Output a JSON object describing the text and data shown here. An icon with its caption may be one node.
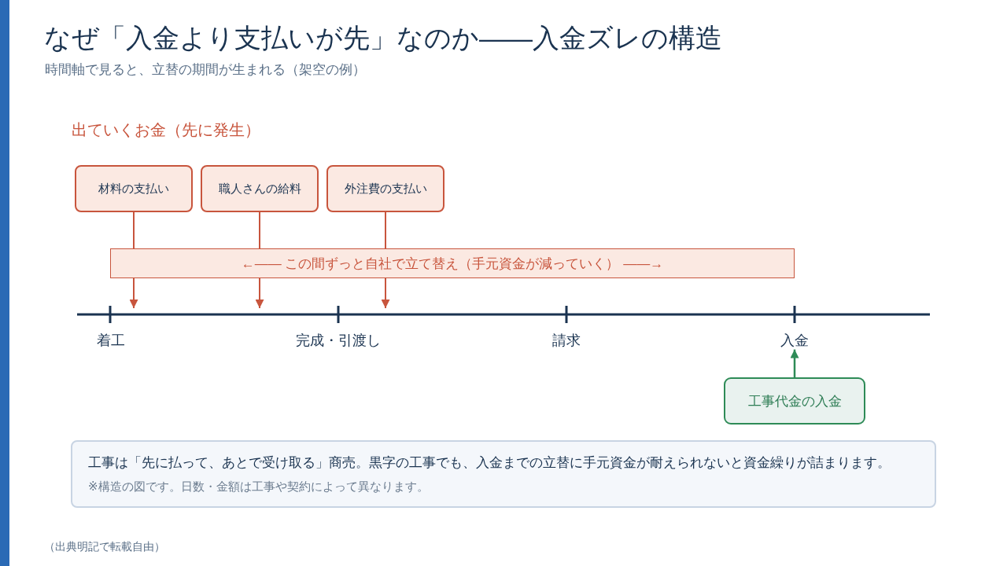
{
  "diagram": {
    "title": "なぜ「入金より支払いが先」なのか——入金ズレの構造",
    "nodes": [
      {
        "text": [
          "材料の支払い"
        ]
      },
      {
        "text": [
          "職人さんの給料"
        ]
      },
      {
        "text": [
          "外注費の支払い"
        ]
      },
      {
        "text": [
          "←—— この間ずっと自社で立て替え（手元資金が減っていく） ——→"
        ]
      },
      {
        "text": [
          "入金"
        ]
      },
      {
        "text": [
          "工事代金の入金"
        ]
      },
      {
        "text": [
          "工事は「先に払って、あとで受け取る」商売。黒字の工事でも、入金までの立替に手元資金が耐えられないと資金繰りが詰まります。",
          "※構造の図です。日数・金額は工事や契約によって異なります。"
        ]
      }
    ],
    "edges": [
      {
        "from": 0,
        "to": null,
        "arrow": "to"
      },
      {
        "from": 1,
        "to": null,
        "arrow": "to"
      },
      {
        "from": 2,
        "to": null,
        "arrow": "to"
      },
      {
        "from": 5,
        "to": 4,
        "arrow": "to",
        "color": "#2e8b57"
      }
    ],
    "labels": [
      "時間軸で見ると、立替の期間が生まれる（架空の例）",
      "出ていくお金（先に発生）",
      "着工",
      "完成・引渡し",
      "請求",
      "（出典明記で転載自由）"
    ]
  }
}
